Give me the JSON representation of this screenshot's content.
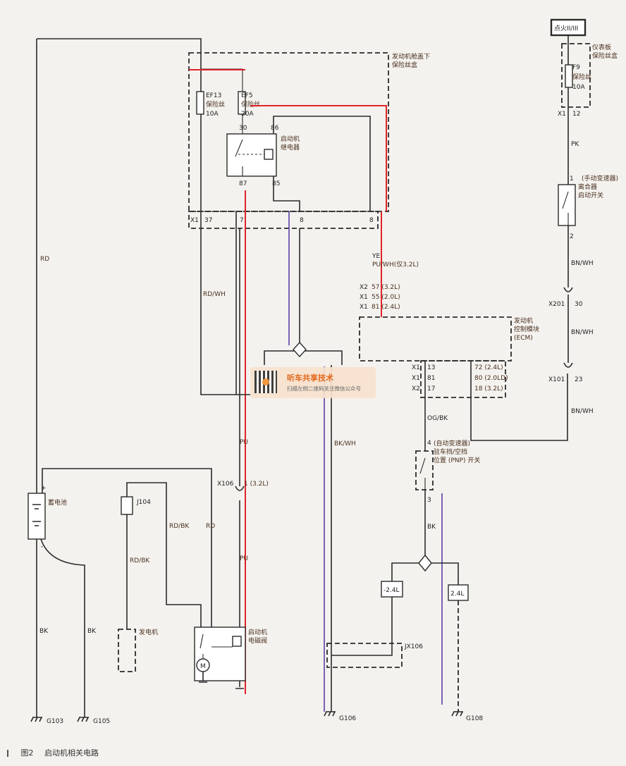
{
  "fuse_box_label": "发动机舱盖下\n保险丝盒",
  "fuses": [
    {
      "id": "EF13",
      "type": "保险丝",
      "rating": "10A"
    },
    {
      "id": "EF5",
      "type": "保险丝",
      "rating": "20A"
    }
  ],
  "relay": {
    "name": "启动机\n继电器",
    "pins": [
      "30",
      "86",
      "87",
      "85"
    ]
  },
  "connector_x1_pins": [
    "X1",
    "37",
    "7",
    "8",
    "8"
  ],
  "wires": {
    "rd": "RD",
    "rd_wh": "RD/WH",
    "pu": "PU",
    "bk_wh": "BK/WH",
    "ye": "YE",
    "pu_wh_note": "PU/WH(仅3.2L)",
    "og_bk": "OG/BK",
    "bk": "BK",
    "rd_bk": "RD/BK",
    "pk": "PK",
    "bn_wh": "BN/WH"
  },
  "ecm": {
    "name": "发动机\n控制模块\n(ECM)",
    "left_pins": [
      {
        "conn": "X2",
        "pin": "57 (3.2L)"
      },
      {
        "conn": "X1",
        "pin": "55 (2.0L)"
      },
      {
        "conn": "X1",
        "pin": "81 (2.4L)"
      }
    ],
    "bottom_left_pins": [
      {
        "conn": "X1",
        "pin": "13"
      },
      {
        "conn": "X1",
        "pin": "81"
      },
      {
        "conn": "X2",
        "pin": "17"
      }
    ],
    "bottom_right_pins": [
      "72 (2.4L)",
      "80 (2.0LD)",
      "18 (3.2L)"
    ]
  },
  "ignition": "点火II/III",
  "ip_fuse_box": {
    "label": "仪表板\n保险丝盒",
    "fuse": "F9",
    "type": "保险丝",
    "rating": "10A",
    "conn": "X1",
    "pin": "12"
  },
  "clutch_switch": {
    "label": "(手动变速器)\n离合器\n启动开关",
    "pin_in": "1",
    "pin_out": "2"
  },
  "x201": {
    "conn": "X201",
    "pin": "30"
  },
  "x101": {
    "conn": "X101",
    "pin": "23"
  },
  "pnp_switch": {
    "pin_in": "4",
    "label": "(自动变速器)\n驻车挡/空挡\n位置 (PNP) 开关",
    "pin_out": "3"
  },
  "variants": {
    "neg_24": "-2.4L",
    "pos_24": "2.4L"
  },
  "jx106": "JX106",
  "battery": {
    "label": "蓄电池",
    "plus": "+",
    "minus": "-"
  },
  "j104": "J104",
  "generator": "发电机",
  "x106": {
    "conn": "X106",
    "pin": "1 (3.2L)"
  },
  "starter": {
    "label": "启动机\n电磁阀",
    "motor": "M"
  },
  "grounds": [
    "G103",
    "G105",
    "G106",
    "G108"
  ],
  "watermark": {
    "title": "听车共享技术",
    "subtitle": "扫描左侧二维码关注微信公众号"
  },
  "caption": {
    "fig": "图2",
    "title": "启动机相关电路"
  }
}
